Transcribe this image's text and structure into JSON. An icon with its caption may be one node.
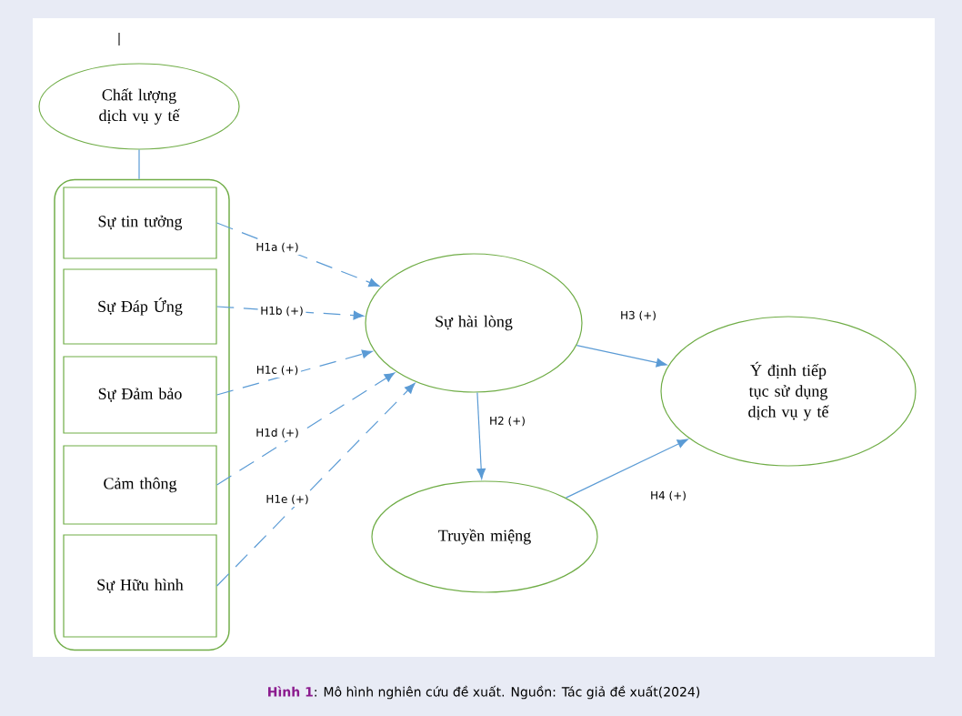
{
  "diagram": {
    "caption": "**Hình 1**: Mô hình nghiên cứu đề xuất. Nguồn: Tác giả đề xuất(2024)",
    "nodes": [
      {
        "text": [
          "Chất lượng dịch vụ y tế"
        ]
      },
      {
        "text": [],
        "shape": "box"
      },
      {
        "text": [
          "Sự tin tưởng"
        ],
        "in": 1
      },
      {
        "text": [
          "Sự Đáp Ứng"
        ],
        "in": 1
      },
      {
        "text": [
          "Sự Đảm bảo"
        ],
        "in": 1
      },
      {
        "text": [
          "Cảm thông"
        ],
        "in": 1
      },
      {
        "text": [
          "Sự Hữu hình"
        ],
        "in": 1
      },
      {
        "text": [
          "Sự hài lòng"
        ]
      },
      {
        "text": [
          "Truyền miệng"
        ]
      },
      {
        "text": [
          "Ý định tiếp tục sử dụng dịch vụ y tế"
        ]
      }
    ],
    "edges": [
      {
        "from": 0,
        "to": 1,
        "arrow": "none"
      },
      {
        "from": 2,
        "to": 7,
        "arrow": "to",
        "label": "H1a (+)",
        "style": "dashed"
      },
      {
        "from": 3,
        "to": 7,
        "arrow": "to",
        "label": "H1b (+)",
        "style": "dashed"
      },
      {
        "from": 4,
        "to": 7,
        "arrow": "to",
        "label": "H1c (+)",
        "style": "dashed"
      },
      {
        "from": 5,
        "to": 7,
        "arrow": "to",
        "label": "H1d (+)",
        "style": "dashed"
      },
      {
        "from": 6,
        "to": 7,
        "arrow": "to",
        "label": "H1e (+)",
        "style": "dashed"
      },
      {
        "from": 7,
        "to": 8,
        "arrow": "to",
        "label": "H2 (+)"
      },
      {
        "from": 7,
        "to": 9,
        "arrow": "to",
        "label": "H3 (+)"
      },
      {
        "from": 8,
        "to": 9,
        "arrow": "to",
        "label": "H4 (+)"
      }
    ]
  }
}
